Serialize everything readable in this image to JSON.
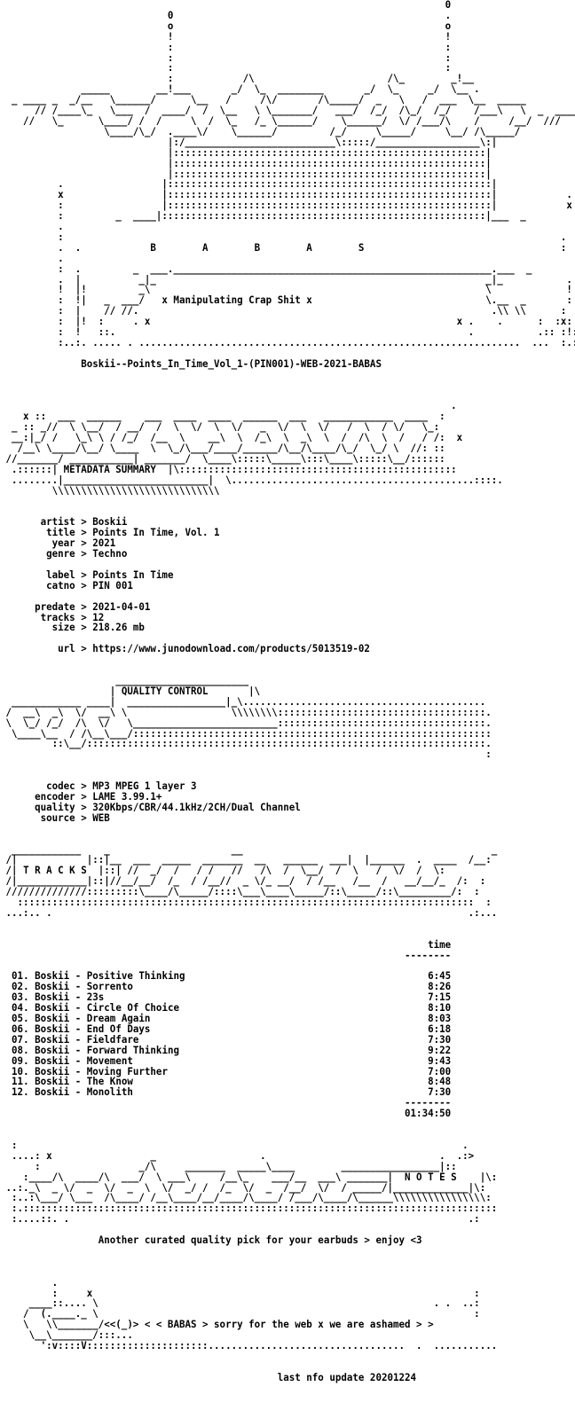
{
  "header_art": [
    "                                                                             0",
    "                             0                                               .",
    "                             o                                               o",
    "                             !                                               !",
    "                             :                                               :",
    "                             :                                               :",
    "                             :                                               :",
    "                             :            /\\                       /\\_        _!__     ",
    "              _____        __!___       _/  \\_  ________       _/  \\_     _/  \\__ .  ",
    "  _ ____ _  _/__   \\______/      \\__   /     /\\/       /\\_____/  _   \\   /  ___  \\__  _____  ",
    "      // /____\\_   \\___  /  ____/  /  \\__   \\ \\_______/   ___/  /_/  /\\_/  /_/    /___\\   \\  _  ____  _",
    "    //   \\_      \\____/ /  /     \\  /  \\_   /_ \\______/    \\______/  \\/ /___/\\    /     /__/  ///",
    "                  \\____/\\_/  .____\\/    \\______/         /_/     \\_____/     \\__/ /\\_____/",
    "                             |:/__________________________\\:::::/__________________\\:|",
    "                             |::::::::::::::::::::::::::::::::::::::::::::::::::::::|",
    "                             |::::::::::::::::::::::::::::::::::::::::::::::::::::::|",
    "                             |::::::::::::::::::::::::::::::::::::::::::::::::::::::|",
    "          .                 |::::::::::::::::::::::::::::::::::::::::::::::::::::::::|",
    "          x                 |::::::::::::::::::::::::::::::::::::::::::::::::::::::::|            .",
    "          :                 |::::::::::::::::::::::::::::::::::::::::::::::::::::::::|            x",
    "          :         _  ____|::::::::::::::::::::::::::::::::::::::::::::::::::::::::|___  _",
    "          .",
    "          :                                                                                      .",
    "          .  .            B        A        B        A        S                                  :",
    "          .",
    "          :  .         _  ___._______________________________________________________.___  _          .",
    "          .  |          _|_                                                         _|_           .  :",
    "          !  |!         _\\                                                          \\             ! !!",
    "          :  !|   _  ___/   x Manipulating Crap Shit x                              \\.__  _       :  |",
    "          :  |    // //.                                                             .\\\\ \\\\      :  |:",
    "          :  |!  :     . x                                                     x .    .      :  :x:",
    "          :  !   ::.                                                             .           .:: :!:",
    "          :..:. ..... . ..................................................................  ...  :.:"
  ],
  "release_title": "Boskii--Points_In_Time_Vol_1-(PIN001)-WEB-2021-BABAS",
  "metadata": {
    "section_label": "METADATA SUMMARY",
    "fields": [
      {
        "key": "artist",
        "value": "Boskii"
      },
      {
        "key": "title",
        "value": "Points In Time, Vol. 1"
      },
      {
        "key": "year",
        "value": "2021"
      },
      {
        "key": "genre",
        "value": "Techno"
      },
      {
        "key": "label",
        "value": "Points In Time"
      },
      {
        "key": "catno",
        "value": "PIN 001"
      },
      {
        "key": "predate",
        "value": "2021-04-01"
      },
      {
        "key": "tracks",
        "value": "12"
      },
      {
        "key": "size",
        "value": "218.26 mb"
      },
      {
        "key": "url",
        "value": "https://www.junodownload.com/products/5013519-02"
      }
    ]
  },
  "quality": {
    "section_label": "QUALITY CONTROL",
    "fields": [
      {
        "key": "codec",
        "value": "MP3 MPEG 1 layer 3"
      },
      {
        "key": "encoder",
        "value": "LAME 3.99.1+"
      },
      {
        "key": "quality",
        "value": "320Kbps/CBR/44.1kHz/2CH/Dual Channel"
      },
      {
        "key": "source",
        "value": "WEB"
      }
    ]
  },
  "tracks": {
    "section_label": "T R A C K S",
    "time_header": "time",
    "items": [
      {
        "num": "01.",
        "artist": "Boskii",
        "title": "Positive Thinking",
        "time": "6:45"
      },
      {
        "num": "02.",
        "artist": "Boskii",
        "title": "Sorrento",
        "time": "8:26"
      },
      {
        "num": "03.",
        "artist": "Boskii",
        "title": "23s",
        "time": "7:15"
      },
      {
        "num": "04.",
        "artist": "Boskii",
        "title": "Circle Of Choice",
        "time": "8:10"
      },
      {
        "num": "05.",
        "artist": "Boskii",
        "title": "Dream Again",
        "time": "8:03"
      },
      {
        "num": "06.",
        "artist": "Boskii",
        "title": "End Of Days",
        "time": "6:18"
      },
      {
        "num": "07.",
        "artist": "Boskii",
        "title": "Fieldfare",
        "time": "7:30"
      },
      {
        "num": "08.",
        "artist": "Boskii",
        "title": "Forward Thinking",
        "time": "9:22"
      },
      {
        "num": "09.",
        "artist": "Boskii",
        "title": "Movement",
        "time": "9:43"
      },
      {
        "num": "10.",
        "artist": "Boskii",
        "title": "Moving Further",
        "time": "7:00"
      },
      {
        "num": "11.",
        "artist": "Boskii",
        "title": "The Know",
        "time": "8:48"
      },
      {
        "num": "12.",
        "artist": "Boskii",
        "title": "Monolith",
        "time": "7:30"
      }
    ],
    "total": "01:34:50"
  },
  "notes": {
    "section_label": "N O T E S",
    "text": "Another curated quality pick for your earbuds > enjoy <3"
  },
  "footer": {
    "message": "< BABAS > sorry for the web x we are ashamed >",
    "update": "last nfo update 20201224"
  }
}
